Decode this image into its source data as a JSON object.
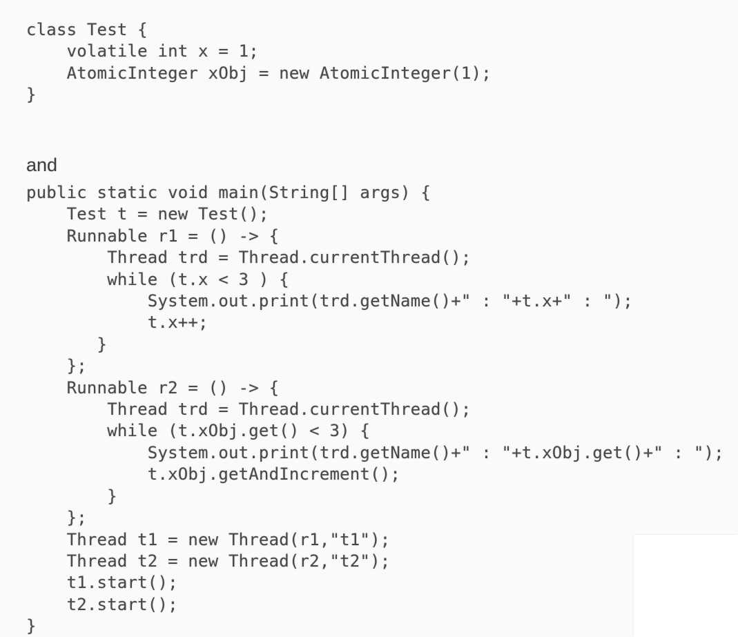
{
  "theme": {
    "background_color": "#fafafa",
    "code_text_color": "#484848",
    "patch_color": "#ffffff"
  },
  "connector": {
    "label": "and"
  },
  "code_block_1": {
    "language": "java",
    "lines": [
      "class Test {",
      "    volatile int x = 1;",
      "    AtomicInteger xObj = new AtomicInteger(1);",
      "}"
    ]
  },
  "code_block_2": {
    "language": "java",
    "lines": [
      "public static void main(String[] args) {",
      "    Test t = new Test();",
      "    Runnable r1 = () -> {",
      "        Thread trd = Thread.currentThread();",
      "        while (t.x < 3 ) {",
      "            System.out.print(trd.getName()+\" : \"+t.x+\" : \");",
      "            t.x++;",
      "       }",
      "    };",
      "    Runnable r2 = () -> {",
      "        Thread trd = Thread.currentThread();",
      "        while (t.xObj.get() < 3) {",
      "            System.out.print(trd.getName()+\" : \"+t.xObj.get()+\" : \");",
      "            t.xObj.getAndIncrement();",
      "        }",
      "    };",
      "    Thread t1 = new Thread(r1,\"t1\");",
      "    Thread t2 = new Thread(r2,\"t2\");",
      "    t1.start();",
      "    t2.start();",
      "}"
    ]
  }
}
